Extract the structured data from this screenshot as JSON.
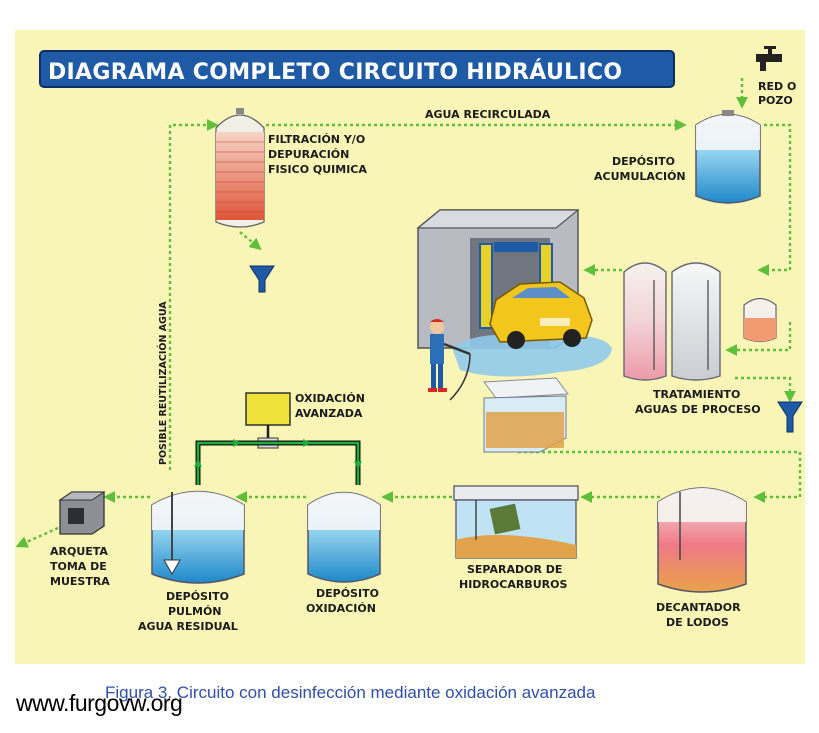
{
  "title": "DIAGRAMA COMPLETO CIRCUITO HIDRÁULICO",
  "labels": {
    "red_pozo_1": "RED O",
    "red_pozo_2": "POZO",
    "agua_recirculada": "AGUA RECIRCULADA",
    "filtracion_1": "FILTRACIÓN Y/O",
    "filtracion_2": "DEPURACIÓN",
    "filtracion_3": "FISICO QUIMICA",
    "acumulacion_1": "DEPÓSITO",
    "acumulacion_2": "ACUMULACIÓN",
    "reutilizacion": "POSIBLE REUTILIZACIÓN AGUA",
    "oxidacion_avanzada_1": "OXIDACIÓN",
    "oxidacion_avanzada_2": "AVANZADA",
    "tratamiento_1": "TRATAMIENTO",
    "tratamiento_2": "AGUAS DE PROCESO",
    "arqueta_1": "ARQUETA",
    "arqueta_2": "TOMA DE",
    "arqueta_3": "MUESTRA",
    "pulmon_1": "DEPÓSITO",
    "pulmon_2": "PULMÓN",
    "pulmon_3": "AGUA RESIDUAL",
    "oxidacion_1": "DEPÓSITO",
    "oxidacion_2": "OXIDACIÓN",
    "separador_1": "SEPARADOR DE",
    "separador_2": "HIDROCARBUROS",
    "decantador_1": "DECANTADOR",
    "decantador_2": "DE LODOS"
  },
  "caption": "Figura 3. Circuito con desinfección mediante oxidación avanzada",
  "watermark": "www.furgovw.org",
  "colors": {
    "background": "#f8f5b6",
    "title_bg": "#1f5aa6",
    "flow": "#5fbe3a",
    "caption": "#2f4fa8"
  }
}
